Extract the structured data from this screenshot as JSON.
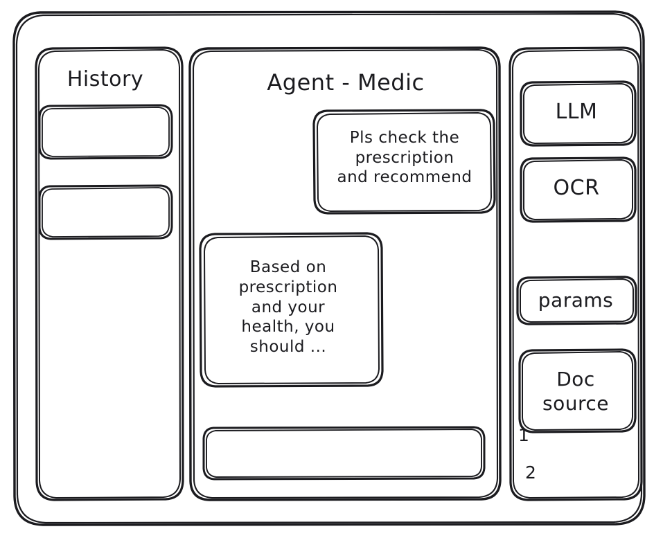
{
  "window": {
    "style": "hand-drawn-wireframe",
    "stroke_color": "#1b1b1f",
    "background_color": "#ffffff"
  },
  "sidebar_left": {
    "title": "History",
    "items": [
      {
        "label": ""
      },
      {
        "label": ""
      }
    ]
  },
  "main": {
    "title": "Agent - Medic",
    "messages": [
      {
        "role": "user",
        "text": "Pls check the\nprescription\nand recommend"
      },
      {
        "role": "assistant",
        "text": "Based on\nprescription\nand your\nhealth, you\nshould ..."
      }
    ],
    "composer": {
      "value": "",
      "placeholder": ""
    }
  },
  "sidebar_right": {
    "tools": [
      {
        "label": "LLM"
      },
      {
        "label": "OCR"
      }
    ],
    "params": {
      "label": "params"
    },
    "doc_source": {
      "label": "Doc\nsource",
      "items": [
        "1",
        "2"
      ]
    }
  }
}
